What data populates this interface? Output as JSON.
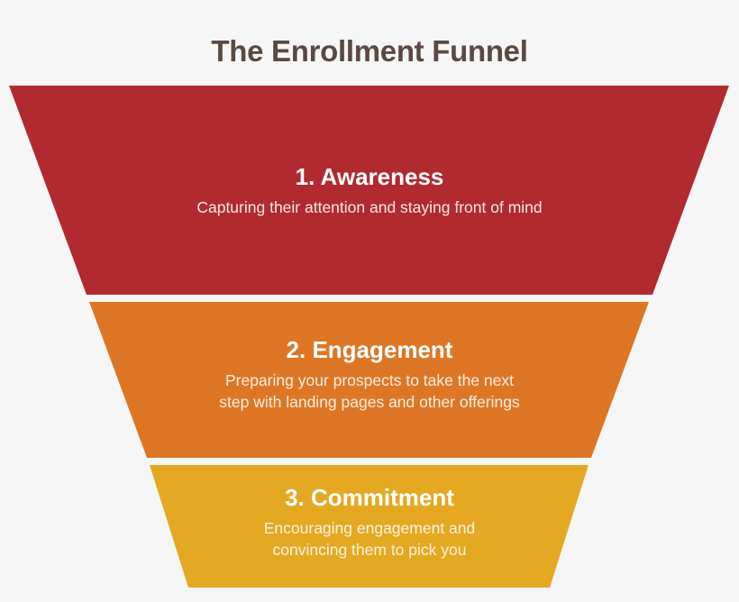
{
  "title": "The Enrollment Funnel",
  "colors": {
    "background": "#f6f6f6",
    "title": "#5a4a42",
    "awareness": "#b12a2f",
    "engagement": "#dd7726",
    "commitment": "#e5a822"
  },
  "stages": [
    {
      "heading": "1. Awareness",
      "description": "Capturing their attention and staying front of mind"
    },
    {
      "heading": "2. Engagement",
      "description": "Preparing your prospects to take the next\nstep with landing pages and other offerings"
    },
    {
      "heading": "3. Commitment",
      "description": "Encouraging engagement and\nconvincing them to pick you"
    }
  ]
}
